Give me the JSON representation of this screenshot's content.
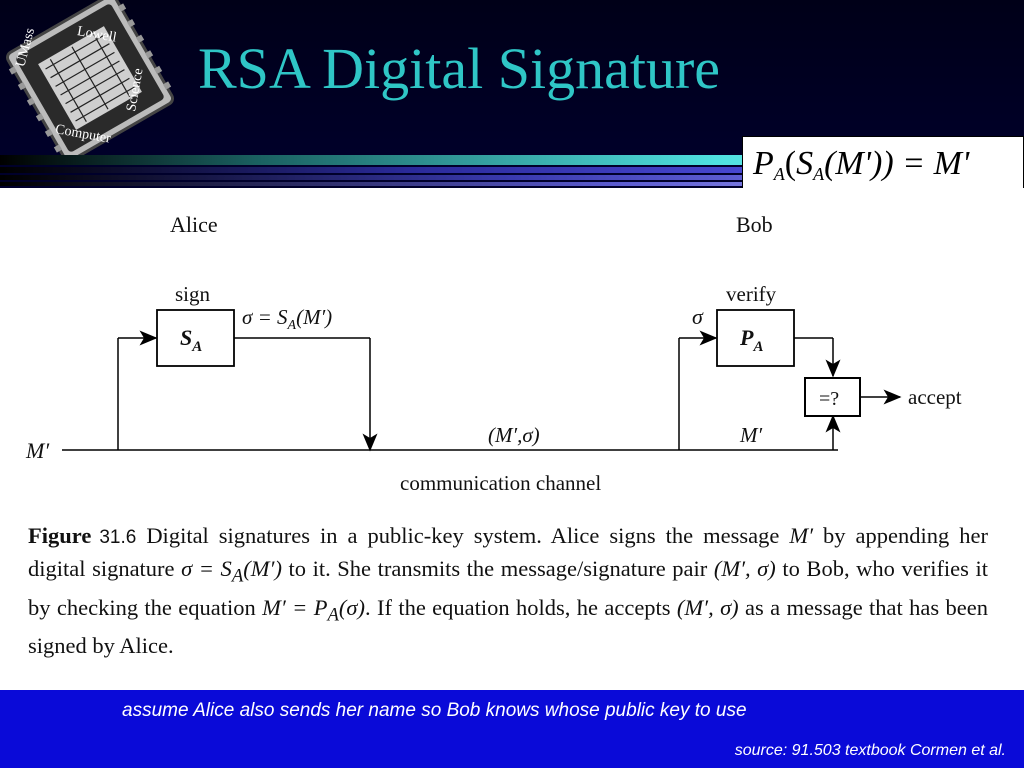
{
  "slide": {
    "title": "RSA Digital Signature"
  },
  "logo": {
    "top_text": "UMass",
    "top_right_text": "Lowell",
    "bottom_left_text": "Computer",
    "bottom_right_text": "Science"
  },
  "equation": {
    "lhs_func": "P",
    "lhs_sub": "A",
    "inner_func": "S",
    "inner_sub": "A",
    "arg": "(M'))",
    "rhs": "= M'"
  },
  "diagram": {
    "alice_label": "Alice",
    "bob_label": "Bob",
    "sign_label": "sign",
    "verify_label": "verify",
    "sign_box": "S",
    "sign_box_sub": "A",
    "verify_box": "P",
    "verify_box_sub": "A",
    "sigma_eq": "σ = S",
    "sigma_eq_sub": "A",
    "sigma_eq_arg": "(M′)",
    "sigma_bob": "σ",
    "compare_box": "=?",
    "accept_label": "accept",
    "message_left": "M′",
    "pair_label": "(M′,σ)",
    "message_bob": "M′",
    "channel_label": "communication channel",
    "question_mark": "?"
  },
  "caption": {
    "label": "Figure",
    "number": "31.6",
    "text_1": "Digital signatures in a public-key system. Alice signs the message ",
    "m1": "M′",
    "text_2": " by appending her digital signature ",
    "sig": "σ = S",
    "sig_sub": "A",
    "sig_arg": "(M′)",
    "text_3": " to it. She transmits the message/signature pair ",
    "pair": "(M′, σ)",
    "text_4": " to Bob, who verifies it by checking the equation ",
    "eq": "M′ = P",
    "eq_sub": "A",
    "eq_arg": "(σ)",
    "text_5": ". If the equation holds, he accepts ",
    "pair2": "(M′, σ)",
    "text_6": " as a message that has been signed by Alice."
  },
  "footer": {
    "note": "assume Alice also sends her name so Bob knows whose public key to use",
    "source": "source: 91.503 textbook Cormen et al."
  },
  "colors": {
    "title": "#2fc6c6",
    "footer_band": "#0a0ad8",
    "arrow_green": "#22cc22",
    "question_mark": "#22cc22"
  }
}
